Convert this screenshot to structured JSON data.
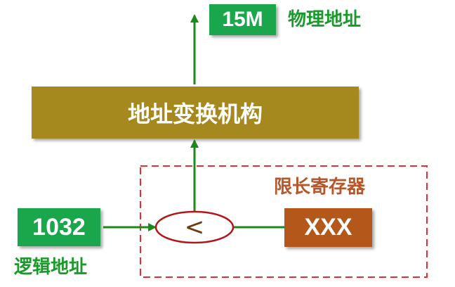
{
  "physical": {
    "value": "15M",
    "label": "物理地址"
  },
  "translator": {
    "label": "地址变换机构"
  },
  "limit_register": {
    "label": "限长寄存器",
    "value": "XXX"
  },
  "logical": {
    "value": "1032",
    "label": "逻辑地址"
  },
  "comparator": {
    "symbol": "<"
  },
  "colors": {
    "green": "#1aa64a",
    "arrow": "#1a8a1a",
    "translator_bg": "#a5891f",
    "register_bg": "#b4571a",
    "dashed_border": "#e03030",
    "ellipse_border": "#b01818"
  }
}
